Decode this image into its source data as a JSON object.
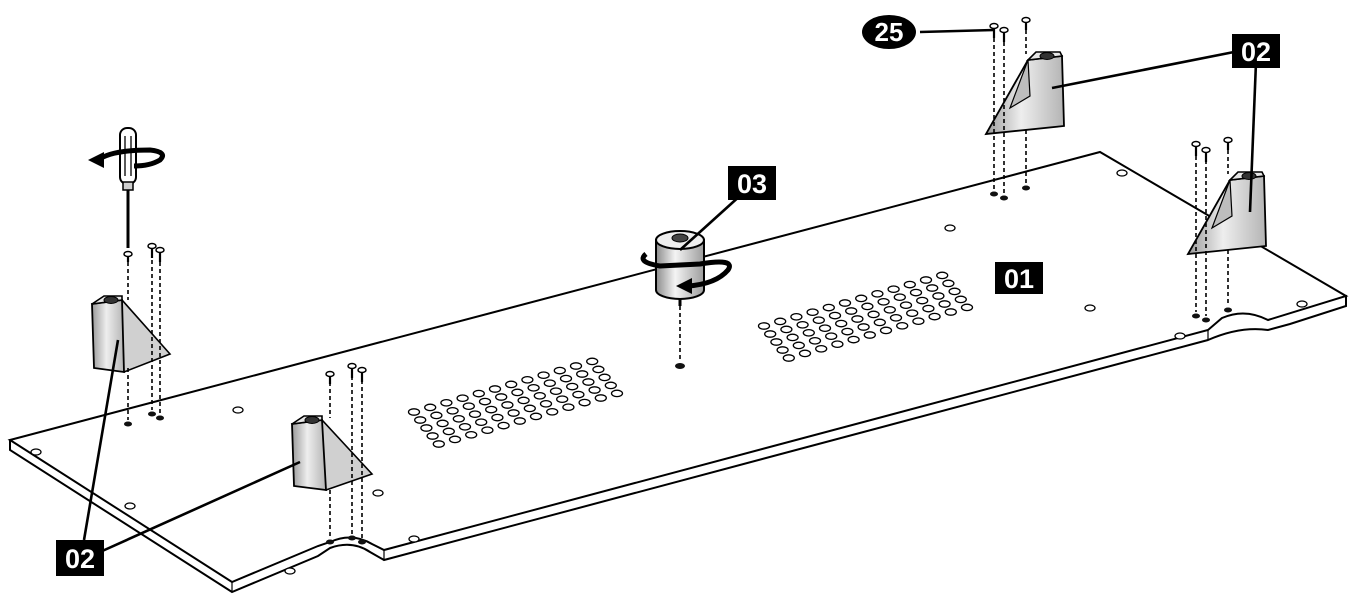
{
  "diagram": {
    "part_labels": {
      "base_panel": "01",
      "bracket": "02",
      "cam_lock": "03",
      "screw": "25"
    },
    "colors": {
      "outline": "#000000",
      "panel_fill": "#ffffff",
      "part_fill_light": "#f0f0f0",
      "part_fill_dark": "#9a9a9a",
      "label_background": "#000000",
      "label_text": "#ffffff"
    },
    "icons": [
      "screwdriver-icon",
      "rotation-arrow-icon"
    ]
  }
}
